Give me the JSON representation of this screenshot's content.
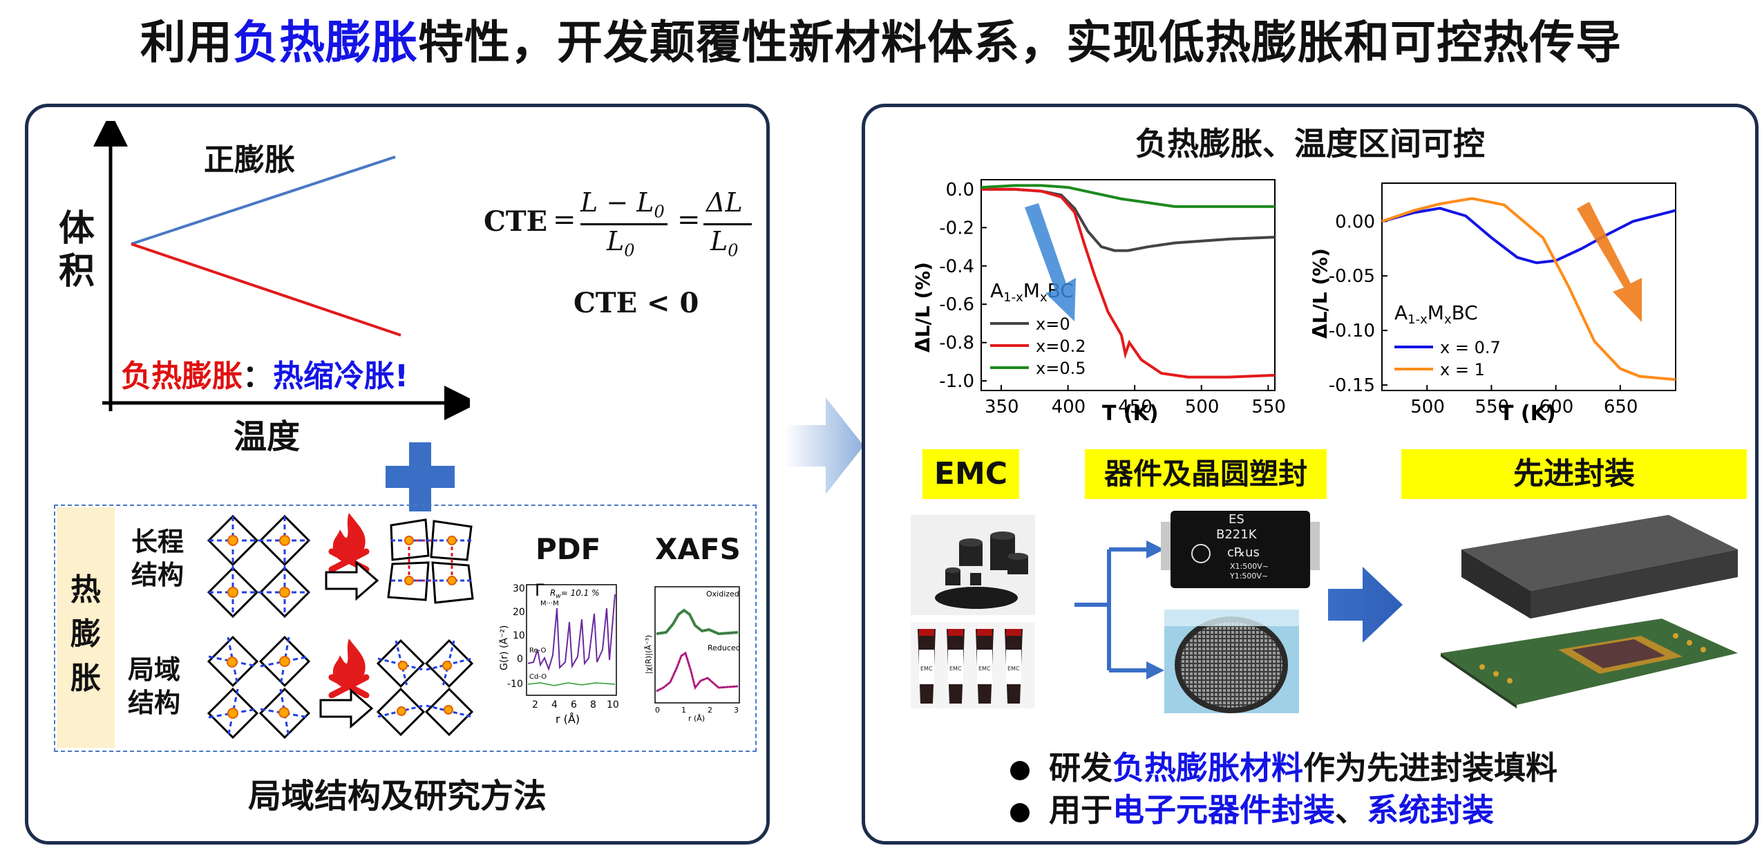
{
  "title": {
    "part1": "利用",
    "highlight": "负热膨胀",
    "part2": "特性，开发颠覆性新材料体系，实现低热膨胀和可控热传导"
  },
  "left": {
    "sketch": {
      "y_label": "体积",
      "x_label": "温度",
      "positive_label": "正膨胀",
      "neg_red": "负热膨胀",
      "neg_colon": "：",
      "neg_blue": "热缩冷胀!"
    },
    "formula": {
      "cte": "CTE",
      "equals": "=",
      "numerator1": "L − L",
      "sub0": "0",
      "denominator1": "L",
      "numerator2": "ΔL",
      "denominator2": "L",
      "inequality": "CTE < 0"
    },
    "box": {
      "side_label": "热膨胀",
      "long_range": "长程结构",
      "local": "局域结构",
      "pdf": "PDF",
      "xafs": "XAFS",
      "pdf_plot": {
        "gamma": "Γ",
        "rw": "R",
        "rw_sub": "w",
        "rw_value": "= 10.1 %",
        "peak1": "M···M",
        "peak2": "Re-O",
        "peak3": "Cd-O",
        "ylabel": "G(r) (Å⁻²)",
        "xlabel": "r (Å)",
        "yticks": [
          "30",
          "20",
          "10",
          "0",
          "-10"
        ],
        "xticks": [
          "2",
          "4",
          "6",
          "8",
          "10"
        ]
      },
      "xafs_plot": {
        "oxidized": "Oxidized",
        "reduced": "Reduced",
        "ylabel": "|χ(R)|(Å⁻³)",
        "xlabel": "r (Å)",
        "xticks": [
          "0",
          "1",
          "2",
          "3"
        ]
      }
    },
    "caption": "局域结构及研究方法"
  },
  "right": {
    "header": "负热膨胀、温度区间可控",
    "flow": {
      "emc": "EMC",
      "device": "器件及晶圆塑封",
      "advanced": "先进封装",
      "chip_text": [
        "ES",
        "B221K",
        "c℞us",
        "X1:500V~",
        "Y1:500V~"
      ],
      "emc_tube_label": "EMC"
    },
    "bullets": [
      {
        "pre": "研发",
        "hl": "负热膨胀材料",
        "post": "作为先进封装填料"
      },
      {
        "pre": "用于",
        "hl": "电子元器件封装",
        "mid": "、",
        "hl2": "系统封装"
      }
    ]
  },
  "chart_data": [
    {
      "type": "line",
      "ylabel": "ΔL/L (%)",
      "xlabel": "T (K)",
      "xlim": [
        335,
        555
      ],
      "ylim": [
        -1.05,
        0.05
      ],
      "xticks": [
        350,
        400,
        450,
        500,
        550
      ],
      "yticks": [
        0.0,
        -0.2,
        -0.4,
        -0.6,
        -0.8,
        -1.0
      ],
      "ytick_labels": [
        "0.0",
        "-0.2",
        "-0.4",
        "-0.6",
        "-0.8",
        "-1.0"
      ],
      "legend_title": "A1-xMxBC",
      "legend_title_parts": [
        "A",
        "1-x",
        "M",
        "x",
        "BC"
      ],
      "legend_position": "left",
      "series": [
        {
          "name": "x=0",
          "color": "#444444",
          "x": [
            335,
            360,
            380,
            395,
            405,
            415,
            425,
            435,
            445,
            460,
            480,
            500,
            520,
            555
          ],
          "y": [
            0.0,
            0.0,
            -0.01,
            -0.03,
            -0.1,
            -0.22,
            -0.3,
            -0.32,
            -0.32,
            -0.3,
            -0.28,
            -0.27,
            -0.26,
            -0.25
          ]
        },
        {
          "name": "x=0.2",
          "color": "#e31a1c",
          "x": [
            335,
            360,
            380,
            395,
            405,
            412,
            420,
            430,
            440,
            443,
            446,
            455,
            470,
            490,
            520,
            555
          ],
          "y": [
            0.0,
            0.0,
            -0.01,
            -0.04,
            -0.12,
            -0.28,
            -0.45,
            -0.64,
            -0.76,
            -0.86,
            -0.8,
            -0.89,
            -0.96,
            -0.98,
            -0.98,
            -0.97
          ]
        },
        {
          "name": "x=0.5",
          "color": "#1e8a1e",
          "x": [
            335,
            360,
            380,
            400,
            420,
            440,
            460,
            480,
            500,
            520,
            555
          ],
          "y": [
            0.01,
            0.02,
            0.02,
            0.01,
            -0.02,
            -0.05,
            -0.07,
            -0.09,
            -0.09,
            -0.09,
            -0.09
          ]
        }
      ]
    },
    {
      "type": "line",
      "ylabel": "ΔL/L (%)",
      "xlabel": "T (K)",
      "xlim": [
        465,
        693
      ],
      "ylim": [
        -0.155,
        0.035
      ],
      "xticks": [
        500,
        550,
        600,
        650
      ],
      "yticks": [
        0.0,
        -0.05,
        -0.1,
        -0.15
      ],
      "ytick_labels": [
        "0.00",
        "-0.05",
        "-0.10",
        "-0.15"
      ],
      "legend_title": "A1-xMxBC",
      "legend_title_parts": [
        "A",
        "1-x",
        "M",
        "x",
        "BC"
      ],
      "legend_position": "bottom-left",
      "series": [
        {
          "name": "x = 0.7",
          "color": "#1414e6",
          "x": [
            465,
            490,
            510,
            530,
            550,
            570,
            585,
            600,
            620,
            640,
            660,
            693
          ],
          "y": [
            0.0,
            0.008,
            0.012,
            0.005,
            -0.015,
            -0.033,
            -0.038,
            -0.036,
            -0.025,
            -0.012,
            0.0,
            0.01
          ]
        },
        {
          "name": "x = 1",
          "color": "#ff8c1a",
          "x": [
            465,
            490,
            510,
            535,
            560,
            590,
            610,
            630,
            650,
            665,
            693
          ],
          "y": [
            0.0,
            0.01,
            0.016,
            0.021,
            0.015,
            -0.015,
            -0.06,
            -0.11,
            -0.135,
            -0.142,
            -0.145
          ]
        }
      ]
    }
  ]
}
